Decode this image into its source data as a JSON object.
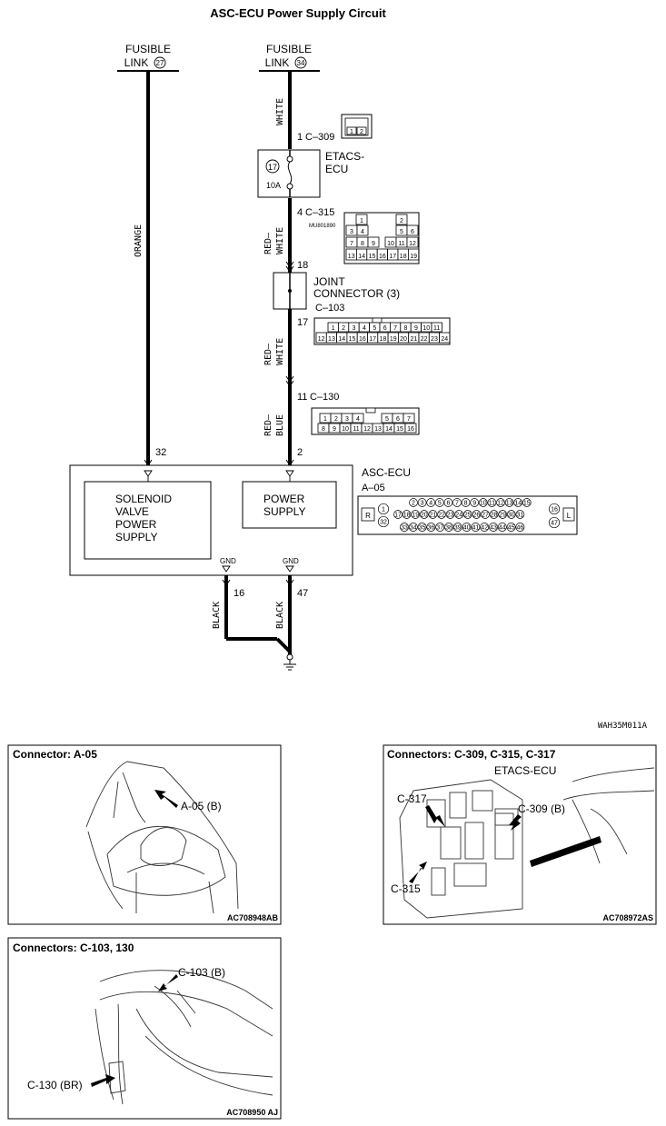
{
  "title": "ASC-ECU Power Supply Circuit",
  "code": "WAH35M011A",
  "fusible_left": {
    "line1": "FUSIBLE",
    "line2": "LINK",
    "num": "27"
  },
  "fusible_right": {
    "line1": "FUSIBLE",
    "line2": "LINK",
    "num": "34"
  },
  "wire_colors": {
    "white": "WHITE",
    "orange": "ORANGE",
    "red": "RED–",
    "white2": "WHITE",
    "red2": "RED–",
    "white3": "WHITE",
    "red3": "RED–",
    "blue": "BLUE",
    "black1": "BLACK",
    "black2": "BLACK"
  },
  "c309": {
    "pin": "1",
    "name": "C–309",
    "cells": [
      "1",
      "2"
    ]
  },
  "etacs": {
    "line1": "ETACS-",
    "line2": "ECU",
    "fuse_num": "17",
    "fuse_amp": "10A"
  },
  "c315": {
    "pin": "4",
    "name": "C–315",
    "part": "MU801890",
    "row1": [
      "1",
      "2"
    ],
    "row2": [
      "3",
      "4",
      "5",
      "6"
    ],
    "row3": [
      "7",
      "8",
      "9",
      "10",
      "11",
      "12"
    ],
    "row4": [
      "13",
      "14",
      "15",
      "16",
      "17",
      "18",
      "19"
    ]
  },
  "joint": {
    "pin_top": "18",
    "line1": "JOINT",
    "line2": "CONNECTOR (3)",
    "pin_bottom": "17",
    "name": "C–103",
    "row1": [
      "1",
      "2",
      "3",
      "4",
      "5",
      "6",
      "7",
      "8",
      "9",
      "10",
      "11"
    ],
    "row2": [
      "12",
      "13",
      "14",
      "15",
      "16",
      "17",
      "18",
      "19",
      "20",
      "21",
      "22",
      "23",
      "24"
    ]
  },
  "c130": {
    "pin": "11",
    "name": "C–130",
    "row1": [
      "1",
      "2",
      "3",
      "4",
      "5",
      "6",
      "7"
    ],
    "row2": [
      "8",
      "9",
      "10",
      "11",
      "12",
      "13",
      "14",
      "15",
      "16"
    ]
  },
  "asc": {
    "pin32": "32",
    "pin2": "2",
    "name": "ASC-ECU",
    "conn": "A–05",
    "sol1": "SOLENOID",
    "sol2": "VALVE",
    "sol3": "POWER",
    "sol4": "SUPPLY",
    "pow1": "POWER",
    "pow2": "SUPPLY",
    "gnd": "GND",
    "pin16": "16",
    "pin47": "47",
    "r": "R",
    "l": "L",
    "row1": [
      "1",
      "2",
      "3",
      "4",
      "5",
      "6",
      "7",
      "8",
      "9",
      "10",
      "11",
      "12",
      "13",
      "14",
      "15",
      "16"
    ],
    "row2": [
      "17",
      "18",
      "19",
      "20",
      "21",
      "22",
      "23",
      "24",
      "25",
      "26",
      "27",
      "28",
      "29",
      "30",
      "31"
    ],
    "row3": [
      "32",
      "33",
      "34",
      "35",
      "36",
      "37",
      "38",
      "39",
      "40",
      "41",
      "42",
      "43",
      "44",
      "45",
      "46",
      "47"
    ]
  },
  "panel1": {
    "title": "Connector: A-05",
    "callout": "A-05 (B)",
    "code": "AC708948AB"
  },
  "panel2": {
    "title": "Connectors: C-309, C-315, C-317",
    "sub": "ETACS-ECU",
    "c317": "C-317",
    "c309": "C-309 (B)",
    "c315": "C-315",
    "code": "AC708972AS"
  },
  "panel3": {
    "title": "Connectors: C-103, 130",
    "c103": "C-103 (B)",
    "c130": "C-130 (BR)",
    "code": "AC708950 AJ"
  }
}
